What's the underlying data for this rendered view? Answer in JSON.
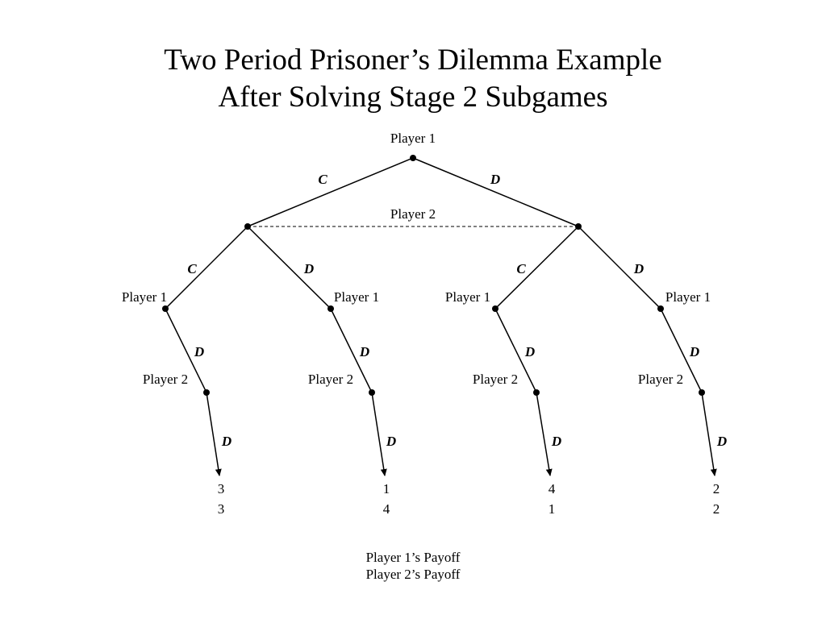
{
  "title": {
    "line1": "Two Period Prisoner’s Dilemma Example",
    "line2": "After Solving Stage 2 Subgames"
  },
  "tree": {
    "root_label": "Player 1",
    "root_actions": [
      "C",
      "D"
    ],
    "info_set_label": "Player 2",
    "player2_actions": [
      "C",
      "D",
      "C",
      "D"
    ],
    "stage2_player1_labels": [
      "Player 1",
      "Player 1",
      "Player 1",
      "Player 1"
    ],
    "stage2_player1_actions": [
      "D",
      "D",
      "D",
      "D"
    ],
    "stage2_player2_labels": [
      "Player 2",
      "Player 2",
      "Player 2",
      "Player 2"
    ],
    "stage2_player2_actions": [
      "D",
      "D",
      "D",
      "D"
    ],
    "payoffs": [
      {
        "p1": "3",
        "p2": "3"
      },
      {
        "p1": "1",
        "p2": "4"
      },
      {
        "p1": "4",
        "p2": "1"
      },
      {
        "p1": "2",
        "p2": "2"
      }
    ]
  },
  "legend": {
    "line1": "Player 1’s Payoff",
    "line2": "Player 2’s Payoff"
  }
}
